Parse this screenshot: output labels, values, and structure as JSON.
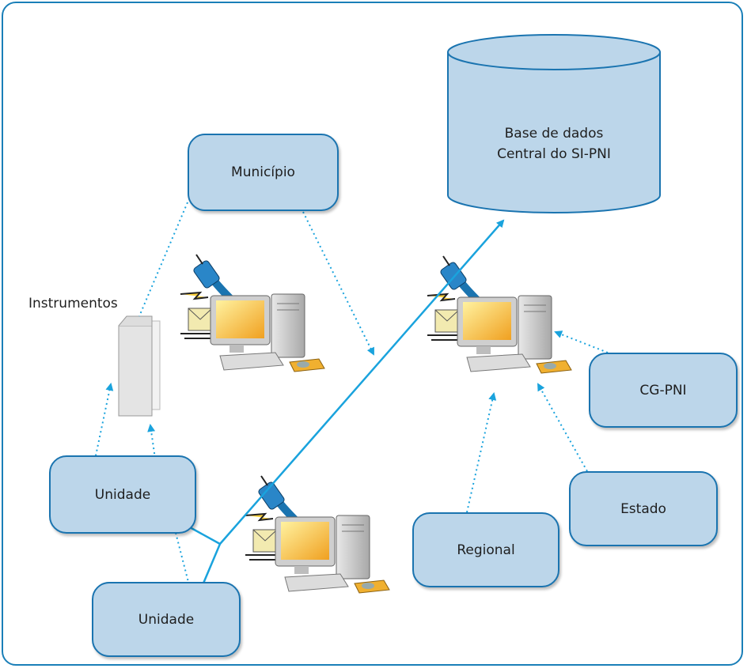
{
  "diagram": {
    "database": {
      "line1": "Base de dados",
      "line2": "Central do SI-PNI"
    },
    "nodes": {
      "municipio": "Município",
      "unidade_1": "Unidade",
      "unidade_2": "Unidade",
      "regional": "Regional",
      "estado": "Estado",
      "cg_pni": "CG-PNI"
    },
    "instrumentos_label": "Instrumentos",
    "icons": [
      "computer-icon",
      "document-stack-icon",
      "database-icon"
    ],
    "colors": {
      "box_fill": "#bcd6ea",
      "box_border": "#1a74b0",
      "arrow": "#1aa3dd",
      "frame": "#1a7fb8"
    }
  }
}
